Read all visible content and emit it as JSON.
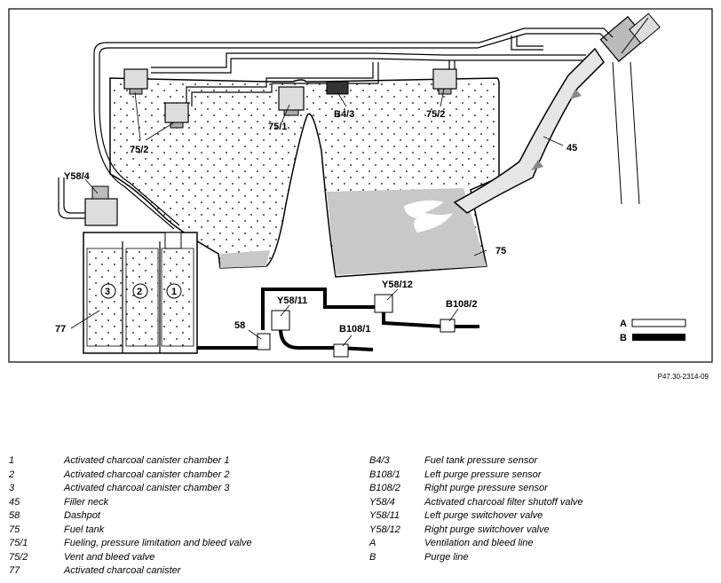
{
  "callouts": {
    "c_75_2_left": "75/2",
    "c_75_1": "75/1",
    "c_b4_3": "B4/3",
    "c_75_2_right": "75/2",
    "c_45": "45",
    "c_y58_4": "Y58/4",
    "c_75": "75",
    "c_y58_12": "Y58/12",
    "c_y58_11": "Y58/11",
    "c_b108_2": "B108/2",
    "c_b108_1": "B108/1",
    "c_58": "58",
    "c_77": "77",
    "chamber_3": "3",
    "chamber_2": "2",
    "chamber_1": "1",
    "line_a": "A",
    "line_b": "B"
  },
  "figure_code": "P47.30-2314-09",
  "legend_left": [
    {
      "key": "1",
      "desc": "Activated charcoal canister chamber 1"
    },
    {
      "key": "2",
      "desc": "Activated charcoal canister chamber 2"
    },
    {
      "key": "3",
      "desc": "Activated charcoal canister chamber 3"
    },
    {
      "key": "45",
      "desc": "Filler neck"
    },
    {
      "key": "58",
      "desc": "Dashpot"
    },
    {
      "key": "75",
      "desc": "Fuel tank"
    },
    {
      "key": "75/1",
      "desc": "Fueling, pressure limitation and bleed valve"
    },
    {
      "key": "75/2",
      "desc": "Vent and bleed valve"
    },
    {
      "key": "77",
      "desc": "Activated charcoal canister"
    }
  ],
  "legend_right": [
    {
      "key": "B4/3",
      "desc": "Fuel tank pressure sensor"
    },
    {
      "key": "B108/1",
      "desc": "Left purge pressure sensor"
    },
    {
      "key": "B108/2",
      "desc": "Right purge pressure sensor"
    },
    {
      "key": "Y58/4",
      "desc": "Activated charcoal filter shutoff valve"
    },
    {
      "key": "Y58/11",
      "desc": "Left purge switchover valve"
    },
    {
      "key": "Y58/12",
      "desc": "Right purge switchover valve"
    },
    {
      "key": "A",
      "desc": "Ventilation and bleed line"
    },
    {
      "key": "B",
      "desc": "Purge line"
    }
  ]
}
